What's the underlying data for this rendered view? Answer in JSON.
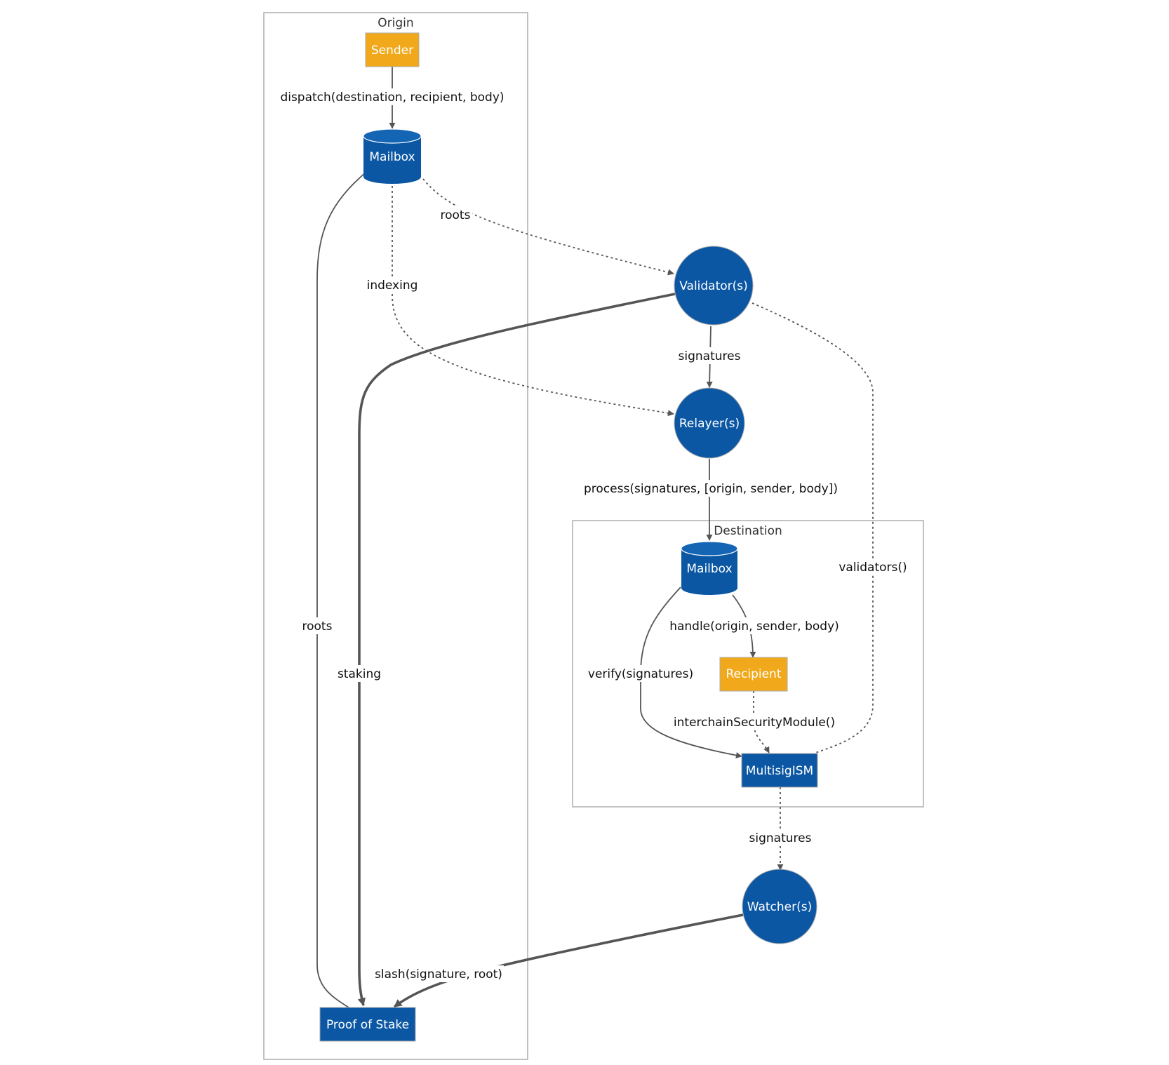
{
  "colors": {
    "primary_node": "#0b57a4",
    "accent_node": "#f1a91b",
    "edge": "#555555",
    "cluster_border": "#999999"
  },
  "clusters": {
    "origin": "Origin",
    "destination": "Destination"
  },
  "nodes": {
    "sender": "Sender",
    "origin_mailbox": "Mailbox",
    "validators": "Validator(s)",
    "relayers": "Relayer(s)",
    "dest_mailbox": "Mailbox",
    "recipient": "Recipient",
    "multisig_ism": "MultisigISM",
    "watchers": "Watcher(s)",
    "proof_of_stake": "Proof of Stake"
  },
  "edges": {
    "dispatch": "dispatch(destination, recipient, body)",
    "roots_to_validators": "roots",
    "indexing": "indexing",
    "signatures_to_relayers": "signatures",
    "process": "process(signatures, [origin, sender, body])",
    "handle": "handle(origin, sender, body)",
    "verify": "verify(signatures)",
    "ism_query": "interchainSecurityModule()",
    "validators_query": "validators()",
    "signatures_to_watchers": "signatures",
    "slash": "slash(signature, root)",
    "roots_to_pos": "roots",
    "staking": "staking"
  }
}
